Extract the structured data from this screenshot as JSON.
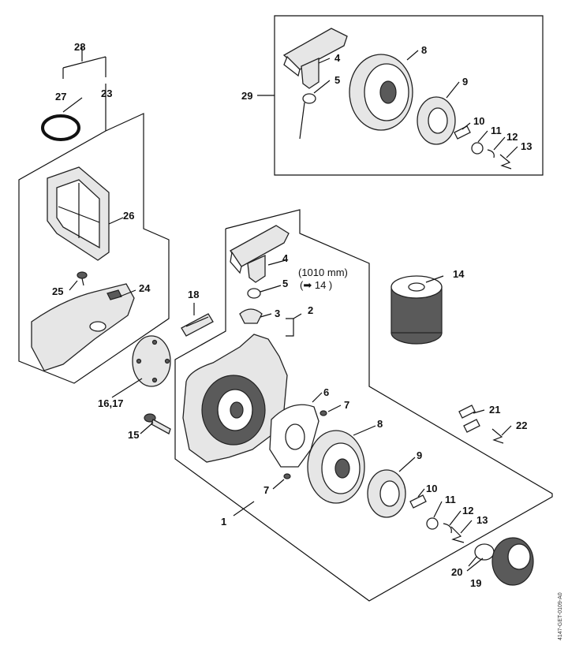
{
  "labels": {
    "p1": "1",
    "p2": "2",
    "p3": "3",
    "p4a": "4",
    "p4b": "4",
    "p5a": "5",
    "p5b": "5",
    "p6": "6",
    "p7a": "7",
    "p7b": "7",
    "p8a": "8",
    "p8b": "8",
    "p9a": "9",
    "p9b": "9",
    "p10a": "10",
    "p10b": "10",
    "p11a": "11",
    "p11b": "11",
    "p12a": "12",
    "p12b": "12",
    "p13a": "13",
    "p13b": "13",
    "p14": "14",
    "p15": "15",
    "p16_17": "16,17",
    "p18": "18",
    "p19": "19",
    "p20": "20",
    "p21": "21",
    "p22": "22",
    "p23": "23",
    "p24": "24",
    "p25": "25",
    "p26": "26",
    "p27": "27",
    "p28": "28",
    "p29": "29"
  },
  "note": {
    "rope_length": "(1010 mm)",
    "rope_ref": "(➡ 14 )"
  },
  "drawing_code": "4147-GET-0109-A0"
}
